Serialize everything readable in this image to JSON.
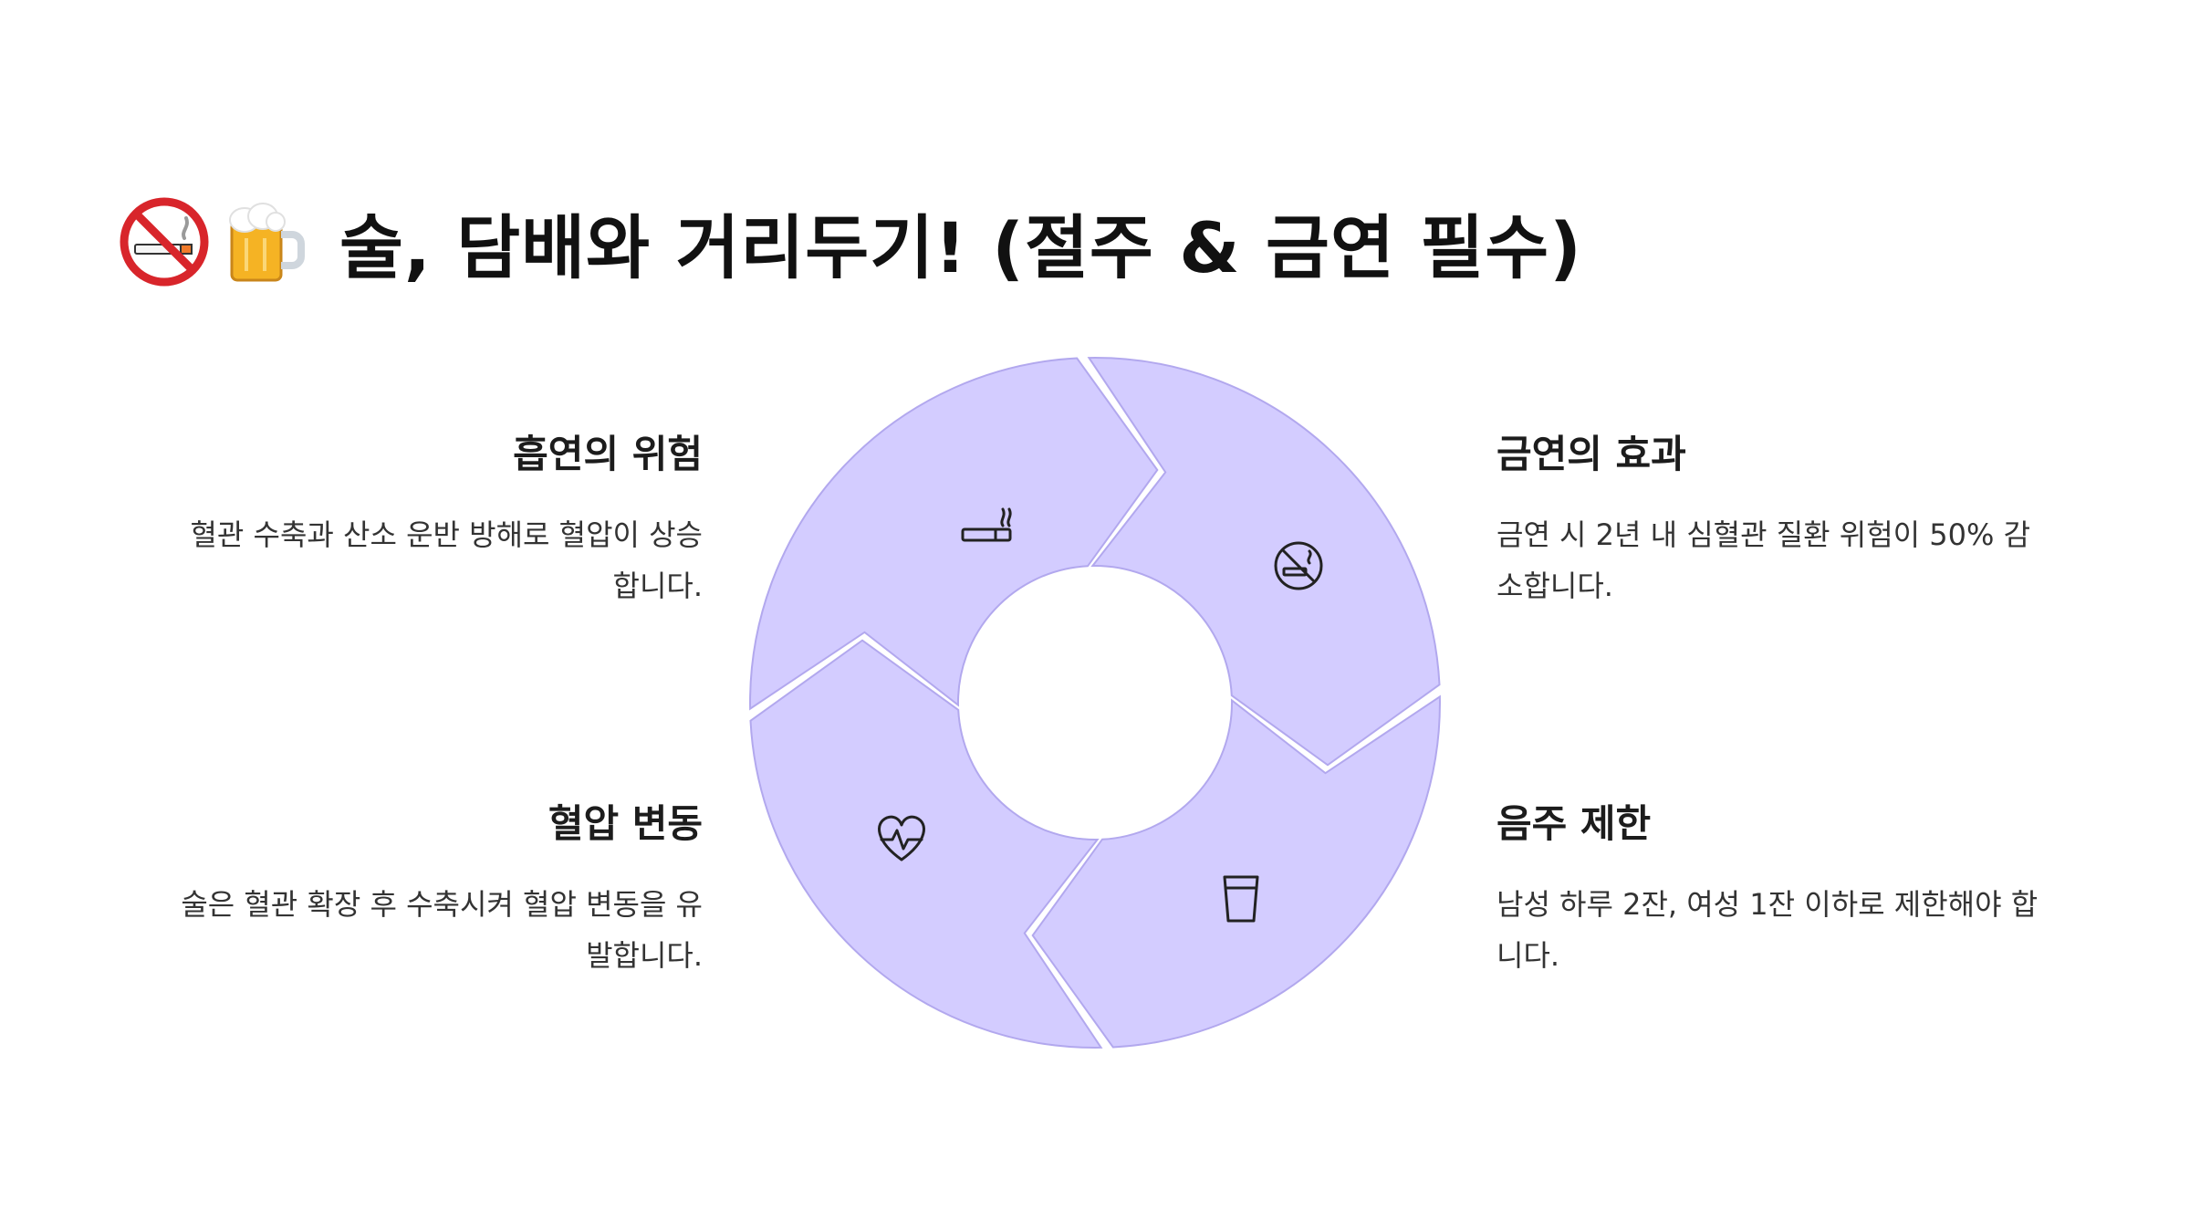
{
  "title": {
    "text": "술, 담배와 거리두기! (절주 & 금연 필수)",
    "icons": [
      "no-smoking-icon",
      "beer-mug-icon"
    ]
  },
  "cycle": {
    "fill_color": "#d3ccff",
    "stroke_color": "#b2a8ee",
    "segment_icons": [
      "cigarette-icon",
      "no-smoking-icon",
      "cup-icon",
      "heartbeat-icon"
    ]
  },
  "items": [
    {
      "id": "smoking-risk",
      "title": "흡연의 위험",
      "desc_line1": "혈관 수축과 산소 운반 방해로 혈압이 상승",
      "desc_line2": "합니다."
    },
    {
      "id": "quit-effect",
      "title": "금연의 효과",
      "desc_line1": "금연 시 2년 내 심혈관 질환 위험이 50% 감",
      "desc_line2": "소합니다."
    },
    {
      "id": "bp-fluctuation",
      "title": "혈압 변동",
      "desc_line1": "술은 혈관 확장 후 수축시켜 혈압 변동을 유",
      "desc_line2": "발합니다."
    },
    {
      "id": "drink-limit",
      "title": "음주 제한",
      "desc_line1": "남성 하루 2잔, 여성 1잔 이하로 제한해야 합",
      "desc_line2": "니다."
    }
  ]
}
